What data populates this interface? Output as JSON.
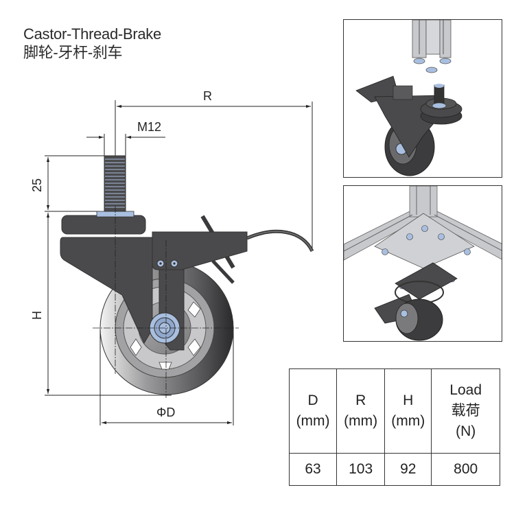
{
  "title": {
    "en": "Castor-Thread-Brake",
    "zh": "脚轮-牙杆-刹车"
  },
  "dimensions": {
    "radius_label": "R",
    "thread_label": "M12",
    "thread_length_label": "25",
    "height_label": "H",
    "diameter_label": "ΦD"
  },
  "colors": {
    "body": "#4a4a4c",
    "body_dark": "#3a3a3c",
    "metal_blue": "#a9bfe0",
    "wheel_grey": "#8a8a8c",
    "frame_grey": "#c8c9cc",
    "line": "#222222"
  },
  "table": {
    "headers": [
      {
        "line1": "D",
        "line2": "(mm)",
        "line3": ""
      },
      {
        "line1": "R",
        "line2": "(mm)",
        "line3": ""
      },
      {
        "line1": "H",
        "line2": "(mm)",
        "line3": ""
      },
      {
        "line1": "Load",
        "line2": "载荷",
        "line3": "(N)"
      }
    ],
    "values": [
      "63",
      "103",
      "92",
      "800"
    ]
  }
}
